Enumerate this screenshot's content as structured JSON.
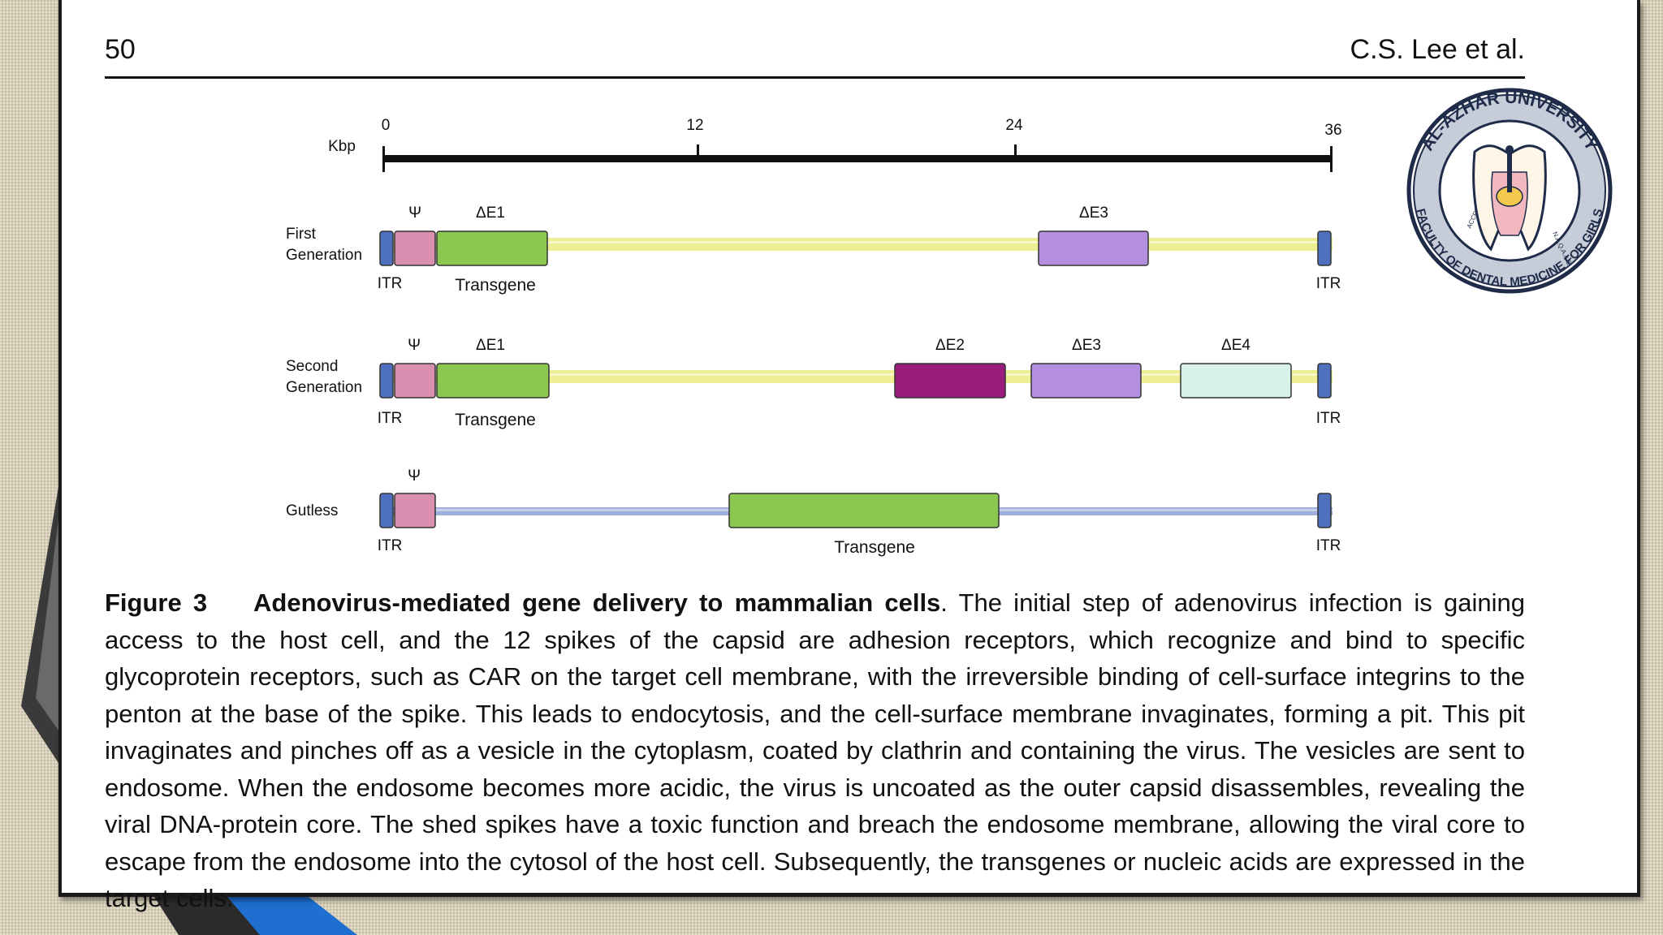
{
  "page": {
    "page_number": "50",
    "authors": "C.S. Lee et al."
  },
  "figure": {
    "scale": {
      "unit_label": "Kbp",
      "ticks": [
        "0",
        "12",
        "24",
        "36"
      ]
    },
    "rows": [
      {
        "label_line1": "First",
        "label_line2": "Generation",
        "psi": "Ψ",
        "top_labels": [
          "ΔE1",
          "ΔE3"
        ],
        "bottom_labels": [
          "ITR",
          "Transgene",
          "ITR"
        ]
      },
      {
        "label_line1": "Second",
        "label_line2": "Generation",
        "psi": "Ψ",
        "top_labels": [
          "ΔE1",
          "ΔE2",
          "ΔE3",
          "ΔE4"
        ],
        "bottom_labels": [
          "ITR",
          "Transgene",
          "ITR"
        ]
      },
      {
        "label_line1": "Gutless",
        "label_line2": "",
        "psi": "Ψ",
        "top_labels": [],
        "bottom_labels": [
          "ITR",
          "Transgene",
          "ITR"
        ]
      }
    ],
    "colors": {
      "itr": "#4f6fbf",
      "psi": "#d98fb0",
      "transgene": "#8cc850",
      "e2": "#9c1c7e",
      "e3": "#b48fe0",
      "e4": "#d8f2ea",
      "backbone": "#eeee94",
      "gutless_backbone": "#9fb0dc"
    }
  },
  "logo": {
    "text_top": "AL-AZHAR UNIVERSITY",
    "text_bottom": "FACULTY OF DENTAL MEDICINE FOR GIRLS",
    "small_left": "ACCREDITED BY",
    "small_right": "N.A.Q.A.A.E"
  },
  "caption": {
    "label": "Figure 3",
    "title": "Adenovirus-mediated gene delivery to mammalian cells",
    "body": ". The initial step of adenovirus infection is gaining access to the host cell, and the 12 spikes of the capsid are adhesion receptors, which recognize and bind to specific glycoprotein receptors, such as CAR on the target cell membrane, with the irreversible binding of cell-surface integrins to the penton at the base of the spike. This leads to endocytosis, and the cell-surface membrane invaginates, forming a pit. This pit invaginates and pinches off as a vesicle in the cytoplasm, coated by clathrin and containing the virus. The vesicles are sent to endosome. When the endosome becomes more acidic, the virus is uncoated as the outer capsid disassembles, revealing the viral DNA-protein core. The shed spikes have a toxic function and breach the endosome membrane, allowing the viral core to escape from the endosome into the cytosol of the host cell. Subsequently, the transgenes or nucleic acids are expressed in the target cells."
  }
}
